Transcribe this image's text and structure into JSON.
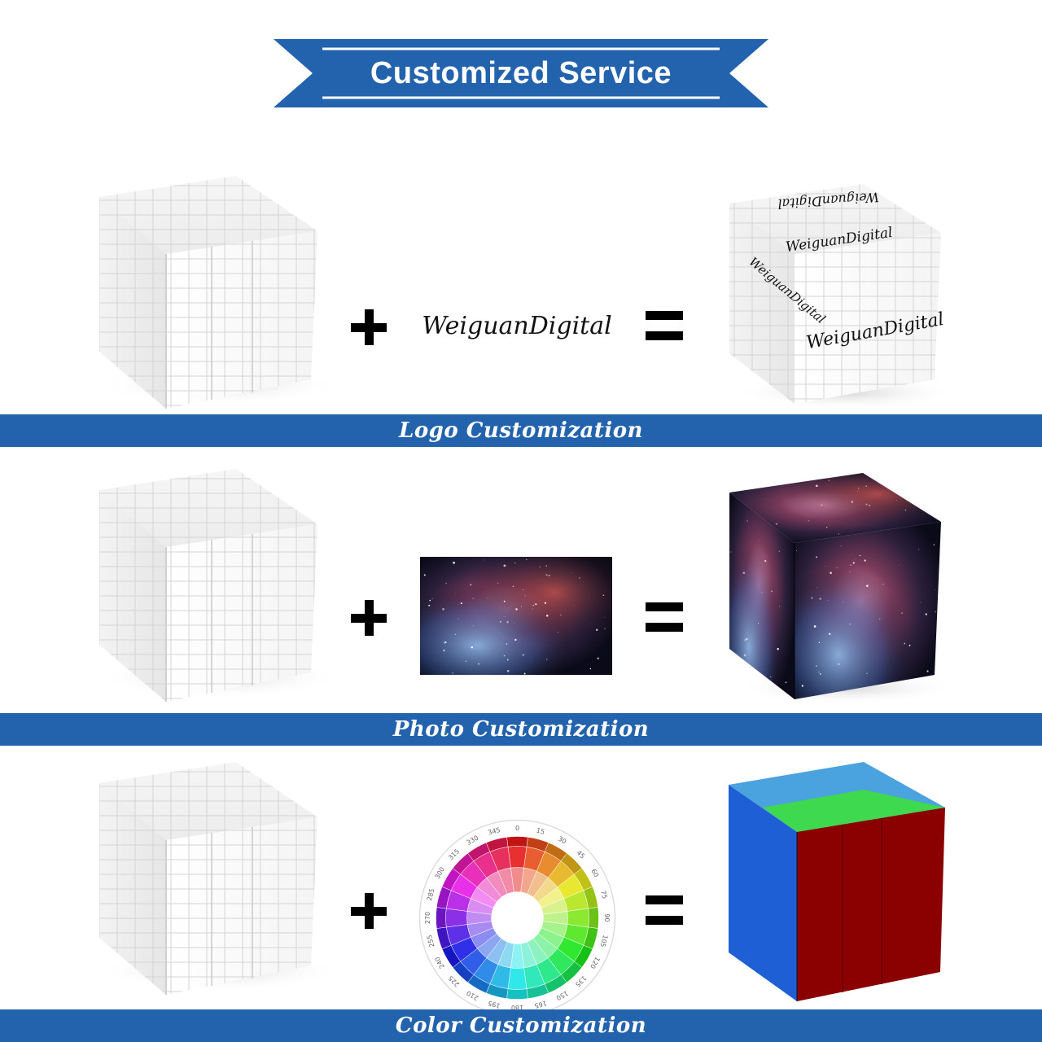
{
  "header": {
    "title": "Customized Service",
    "accent_color": "#2363ad"
  },
  "sections": [
    {
      "label": "Logo Customization",
      "input_text": "WeiguanDigital",
      "result_text": "WeiguanDigital"
    },
    {
      "label": "Photo Customization"
    },
    {
      "label": "Color Customization"
    }
  ],
  "operators": {
    "plus": "+",
    "equals": "="
  },
  "color_wheel": {
    "degree_labels": [
      "0",
      "15",
      "30",
      "45",
      "60",
      "75",
      "90",
      "105",
      "120",
      "135",
      "150",
      "165",
      "180",
      "195",
      "210",
      "225",
      "240",
      "255",
      "270",
      "285",
      "300",
      "315",
      "330",
      "345"
    ]
  },
  "result_colors": {
    "top_left": "#4aa3df",
    "top_right": "#3fd94f",
    "front": "#8b0000",
    "side": "#1f5fd6"
  }
}
